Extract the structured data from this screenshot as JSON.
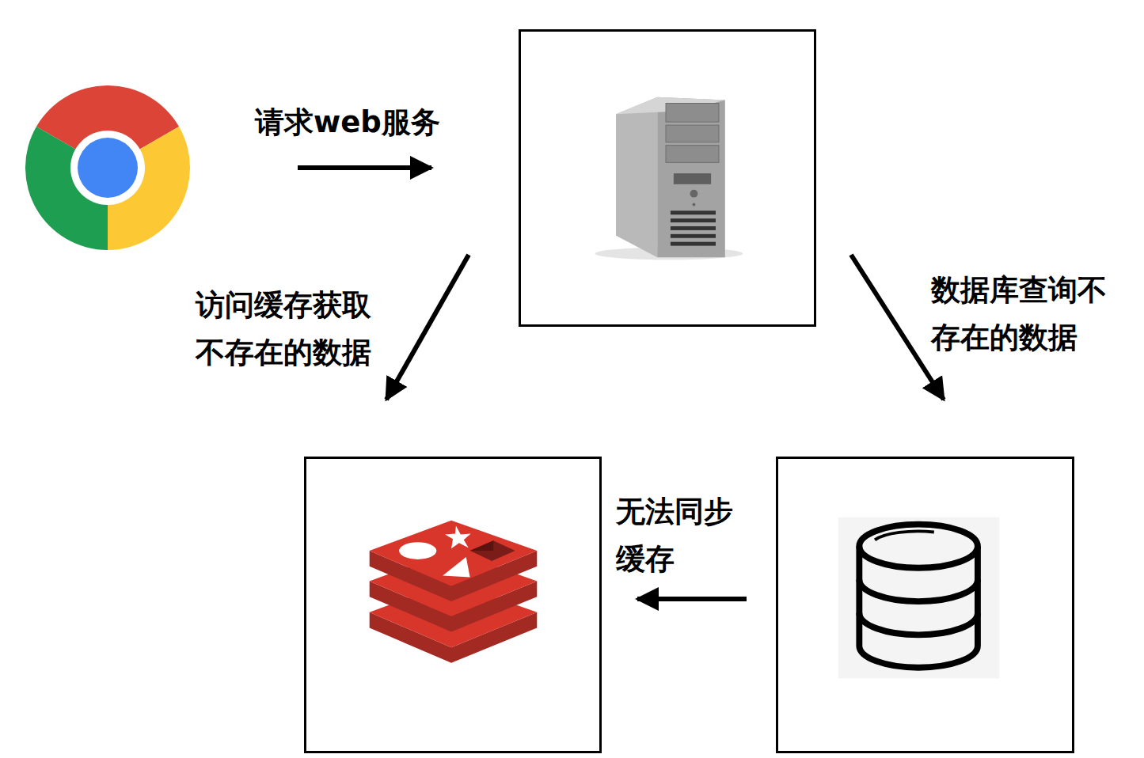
{
  "diagram": {
    "nodes": [
      {
        "text": []
      },
      {
        "text": []
      },
      {
        "text": []
      },
      {
        "text": []
      }
    ],
    "edges": [
      {
        "from": 0,
        "to": 1,
        "arrow": "to",
        "label": "请求web服务"
      },
      {
        "from": 1,
        "to": 2,
        "arrow": "to",
        "label": "访问缓存获取 不存在的数据"
      },
      {
        "from": 1,
        "to": 3,
        "arrow": "to",
        "label": "数据库查询不 存在的数据"
      },
      {
        "from": 3,
        "to": 2,
        "arrow": "to",
        "label": "无法同步 缓存"
      }
    ]
  }
}
